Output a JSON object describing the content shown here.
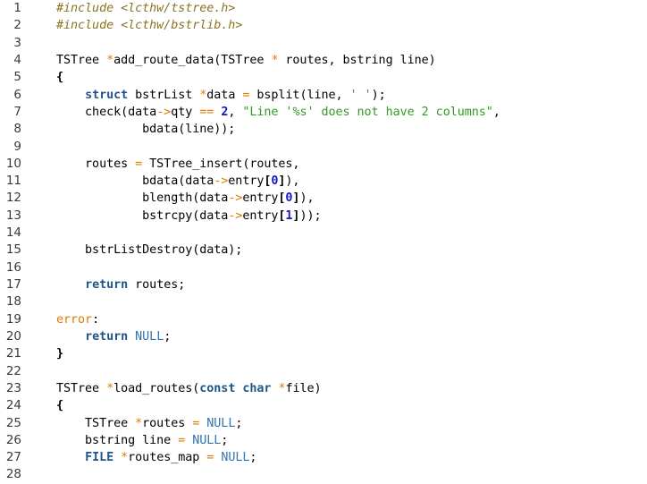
{
  "view": {
    "kind": "code-listing",
    "language": "C",
    "background_color": "#ffffff",
    "first_line_number": 1,
    "last_line_number": 28,
    "total_lines": 28
  },
  "palette": {
    "plain": "#000000",
    "comment": "#8a7320",
    "keyword": "#20558a",
    "type": "#20558a",
    "constant": "#3573b0",
    "string": "#2e9b21",
    "number": "#1414c8",
    "operator": "#e07b00",
    "label": "#e07b00",
    "line_number": "#3a3a3a"
  },
  "lines": [
    {
      "number": "1",
      "text": "#include <lcthw/tstree.h>",
      "tokens": [
        {
          "t": "#include <lcthw/tstree.h>",
          "c": "comment"
        }
      ]
    },
    {
      "number": "2",
      "text": "#include <lcthw/bstrlib.h>",
      "tokens": [
        {
          "t": "#include <lcthw/bstrlib.h>",
          "c": "comment"
        }
      ]
    },
    {
      "number": "3",
      "text": "",
      "tokens": []
    },
    {
      "number": "4",
      "text": "TSTree *add_route_data(TSTree * routes, bstring line)",
      "tokens": [
        {
          "t": "TSTree ",
          "c": "plain"
        },
        {
          "t": "*",
          "c": "operator"
        },
        {
          "t": "add_route_data(TSTree ",
          "c": "plain"
        },
        {
          "t": "*",
          "c": "operator"
        },
        {
          "t": " routes, bstring line)",
          "c": "plain"
        }
      ]
    },
    {
      "number": "5",
      "text": "{",
      "tokens": [
        {
          "t": "{",
          "c": "punct"
        }
      ]
    },
    {
      "number": "6",
      "text": "    struct bstrList *data = bsplit(line, ' ');",
      "tokens": [
        {
          "t": "    ",
          "c": "plain"
        },
        {
          "t": "struct",
          "c": "keyword"
        },
        {
          "t": " bstrList ",
          "c": "plain"
        },
        {
          "t": "*",
          "c": "operator"
        },
        {
          "t": "data ",
          "c": "plain"
        },
        {
          "t": "=",
          "c": "operator"
        },
        {
          "t": " bsplit(line, ",
          "c": "plain"
        },
        {
          "t": "' '",
          "c": "string"
        },
        {
          "t": ");",
          "c": "plain"
        }
      ]
    },
    {
      "number": "7",
      "text": "    check(data->qty == 2, \"Line '%s' does not have 2 columns\",",
      "tokens": [
        {
          "t": "    check(data",
          "c": "plain"
        },
        {
          "t": "->",
          "c": "operator"
        },
        {
          "t": "qty ",
          "c": "plain"
        },
        {
          "t": "==",
          "c": "operator"
        },
        {
          "t": " ",
          "c": "plain"
        },
        {
          "t": "2",
          "c": "number"
        },
        {
          "t": ", ",
          "c": "plain"
        },
        {
          "t": "\"Line '%s' does not have 2 columns\"",
          "c": "string"
        },
        {
          "t": ",",
          "c": "plain"
        }
      ]
    },
    {
      "number": "8",
      "text": "            bdata(line));",
      "tokens": [
        {
          "t": "            bdata(line));",
          "c": "plain"
        }
      ]
    },
    {
      "number": "9",
      "text": "",
      "tokens": []
    },
    {
      "number": "10",
      "text": "    routes = TSTree_insert(routes,",
      "tokens": [
        {
          "t": "    routes ",
          "c": "plain"
        },
        {
          "t": "=",
          "c": "operator"
        },
        {
          "t": " TSTree_insert(routes,",
          "c": "plain"
        }
      ]
    },
    {
      "number": "11",
      "text": "            bdata(data->entry[0]),",
      "tokens": [
        {
          "t": "            bdata(data",
          "c": "plain"
        },
        {
          "t": "->",
          "c": "operator"
        },
        {
          "t": "entry",
          "c": "plain"
        },
        {
          "t": "[",
          "c": "punct"
        },
        {
          "t": "0",
          "c": "number"
        },
        {
          "t": "]",
          "c": "punct"
        },
        {
          "t": "),",
          "c": "plain"
        }
      ]
    },
    {
      "number": "12",
      "text": "            blength(data->entry[0]),",
      "tokens": [
        {
          "t": "            blength(data",
          "c": "plain"
        },
        {
          "t": "->",
          "c": "operator"
        },
        {
          "t": "entry",
          "c": "plain"
        },
        {
          "t": "[",
          "c": "punct"
        },
        {
          "t": "0",
          "c": "number"
        },
        {
          "t": "]",
          "c": "punct"
        },
        {
          "t": "),",
          "c": "plain"
        }
      ]
    },
    {
      "number": "13",
      "text": "            bstrcpy(data->entry[1]));",
      "tokens": [
        {
          "t": "            bstrcpy(data",
          "c": "plain"
        },
        {
          "t": "->",
          "c": "operator"
        },
        {
          "t": "entry",
          "c": "plain"
        },
        {
          "t": "[",
          "c": "punct"
        },
        {
          "t": "1",
          "c": "number"
        },
        {
          "t": "]",
          "c": "punct"
        },
        {
          "t": "));",
          "c": "plain"
        }
      ]
    },
    {
      "number": "14",
      "text": "",
      "tokens": []
    },
    {
      "number": "15",
      "text": "    bstrListDestroy(data);",
      "tokens": [
        {
          "t": "    bstrListDestroy(data);",
          "c": "plain"
        }
      ]
    },
    {
      "number": "16",
      "text": "",
      "tokens": []
    },
    {
      "number": "17",
      "text": "    return routes;",
      "tokens": [
        {
          "t": "    ",
          "c": "plain"
        },
        {
          "t": "return",
          "c": "keyword"
        },
        {
          "t": " routes;",
          "c": "plain"
        }
      ]
    },
    {
      "number": "18",
      "text": "",
      "tokens": []
    },
    {
      "number": "19",
      "text": "error:",
      "tokens": [
        {
          "t": "error",
          "c": "label"
        },
        {
          "t": ":",
          "c": "plain"
        }
      ]
    },
    {
      "number": "20",
      "text": "    return NULL;",
      "tokens": [
        {
          "t": "    ",
          "c": "plain"
        },
        {
          "t": "return",
          "c": "keyword"
        },
        {
          "t": " ",
          "c": "plain"
        },
        {
          "t": "NULL",
          "c": "const"
        },
        {
          "t": ";",
          "c": "plain"
        }
      ]
    },
    {
      "number": "21",
      "text": "}",
      "tokens": [
        {
          "t": "}",
          "c": "punct"
        }
      ]
    },
    {
      "number": "22",
      "text": "",
      "tokens": []
    },
    {
      "number": "23",
      "text": "TSTree *load_routes(const char *file)",
      "tokens": [
        {
          "t": "TSTree ",
          "c": "plain"
        },
        {
          "t": "*",
          "c": "operator"
        },
        {
          "t": "load_routes(",
          "c": "plain"
        },
        {
          "t": "const",
          "c": "keyword"
        },
        {
          "t": " ",
          "c": "plain"
        },
        {
          "t": "char",
          "c": "type"
        },
        {
          "t": " ",
          "c": "plain"
        },
        {
          "t": "*",
          "c": "operator"
        },
        {
          "t": "file)",
          "c": "plain"
        }
      ]
    },
    {
      "number": "24",
      "text": "{",
      "tokens": [
        {
          "t": "{",
          "c": "punct"
        }
      ]
    },
    {
      "number": "25",
      "text": "    TSTree *routes = NULL;",
      "tokens": [
        {
          "t": "    TSTree ",
          "c": "plain"
        },
        {
          "t": "*",
          "c": "operator"
        },
        {
          "t": "routes ",
          "c": "plain"
        },
        {
          "t": "=",
          "c": "operator"
        },
        {
          "t": " ",
          "c": "plain"
        },
        {
          "t": "NULL",
          "c": "const"
        },
        {
          "t": ";",
          "c": "plain"
        }
      ]
    },
    {
      "number": "26",
      "text": "    bstring line = NULL;",
      "tokens": [
        {
          "t": "    bstring line ",
          "c": "plain"
        },
        {
          "t": "=",
          "c": "operator"
        },
        {
          "t": " ",
          "c": "plain"
        },
        {
          "t": "NULL",
          "c": "const"
        },
        {
          "t": ";",
          "c": "plain"
        }
      ]
    },
    {
      "number": "27",
      "text": "    FILE *routes_map = NULL;",
      "tokens": [
        {
          "t": "    ",
          "c": "plain"
        },
        {
          "t": "FILE",
          "c": "type"
        },
        {
          "t": " ",
          "c": "plain"
        },
        {
          "t": "*",
          "c": "operator"
        },
        {
          "t": "routes_map ",
          "c": "plain"
        },
        {
          "t": "=",
          "c": "operator"
        },
        {
          "t": " ",
          "c": "plain"
        },
        {
          "t": "NULL",
          "c": "const"
        },
        {
          "t": ";",
          "c": "plain"
        }
      ]
    },
    {
      "number": "28",
      "text": "",
      "tokens": []
    }
  ]
}
